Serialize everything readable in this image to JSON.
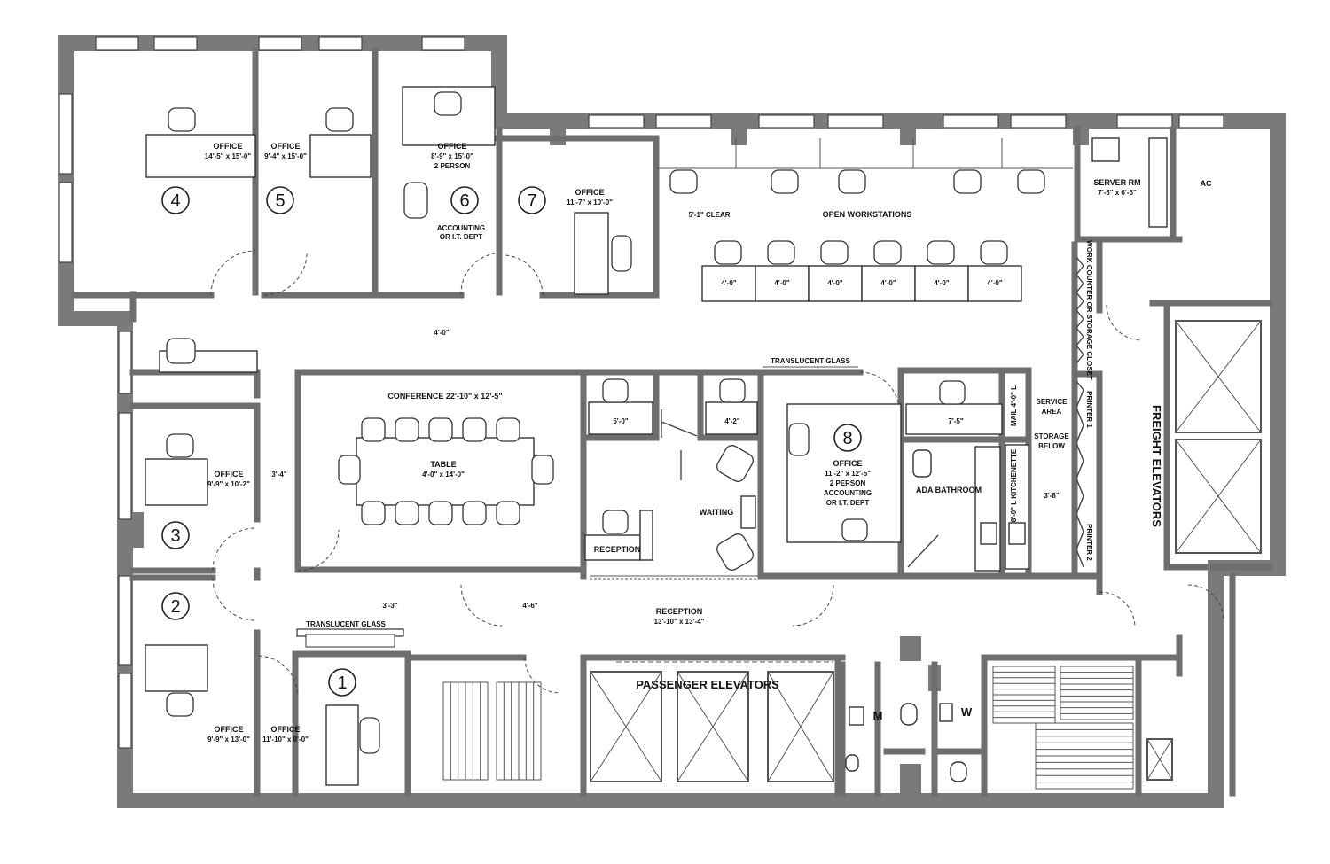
{
  "rooms": {
    "office4": {
      "number": "4",
      "lines": [
        "OFFICE",
        "14'-5\" x 15'-0\""
      ]
    },
    "office5": {
      "number": "5",
      "lines": [
        "OFFICE",
        "9'-4\" x 15'-0\""
      ]
    },
    "office6": {
      "number": "6",
      "lines": [
        "OFFICE",
        "8'-9\" x 15'-0\"",
        "2 PERSON"
      ],
      "extra": [
        "ACCOUNTING",
        "OR I.T. DEPT"
      ]
    },
    "office7": {
      "number": "7",
      "lines": [
        "OFFICE",
        "11'-7\" x 10'-0\""
      ]
    },
    "office3": {
      "number": "3",
      "lines": [
        "OFFICE",
        "9'-9\" x 10'-2\""
      ]
    },
    "office2": {
      "number": "2",
      "lines": [
        "OFFICE",
        "9'-9\" x 13'-0\""
      ]
    },
    "office1": {
      "number": "1",
      "lines": [
        "OFFICE",
        "11'-10\" x 8'-0\""
      ]
    },
    "office8": {
      "number": "8",
      "lines": [
        "OFFICE",
        "11'-2\" x 12'-5\"",
        "2 PERSON",
        "ACCOUNTING",
        "OR I.T. DEPT"
      ]
    },
    "conference": "CONFERENCE  22'-10\" x 12'-5\"",
    "table": [
      "TABLE",
      "4'-0\" x 14'-0\""
    ],
    "server": [
      "SERVER RM",
      "7'-5\" x 6'-6\""
    ],
    "ac": "AC",
    "open_workstations": "OPEN WORKSTATIONS",
    "clear": "5'-1\" CLEAR",
    "workstation_width": "4'-0\"",
    "reception_main": [
      "RECEPTION",
      "13'-10\" x 13'-4\""
    ],
    "reception_desk": "RECEPTION",
    "waiting": "WAITING",
    "ada": "ADA BATHROOM",
    "kitchenette": "8'-0\" L KITCHENETTE",
    "mail": "MAIL  4'-0\" L",
    "service": [
      "SERVICE",
      "AREA"
    ],
    "storage": [
      "STORAGE",
      "BELOW"
    ],
    "printer1": "PRINTER 1",
    "printer2": "PRINTER 2",
    "work_counter": "WORK COUNTER OR STORAGE CLOSET",
    "freight": "FREIGHT ELEVATORS",
    "passenger": "PASSENGER ELEVATORS",
    "men": "M",
    "women": "W"
  },
  "dims": {
    "corridor": "4'-0\"",
    "d34": "3'-4\"",
    "d33": "3'-3\"",
    "d46": "4'-6\"",
    "d38": "3'-8\"",
    "d50": "5'-0\"",
    "d42": "4'-2\"",
    "d75": "7'-5\""
  },
  "glass": {
    "top": "TRANSLUCENT GLASS",
    "bottom": "TRANSLUCENT GLASS"
  }
}
